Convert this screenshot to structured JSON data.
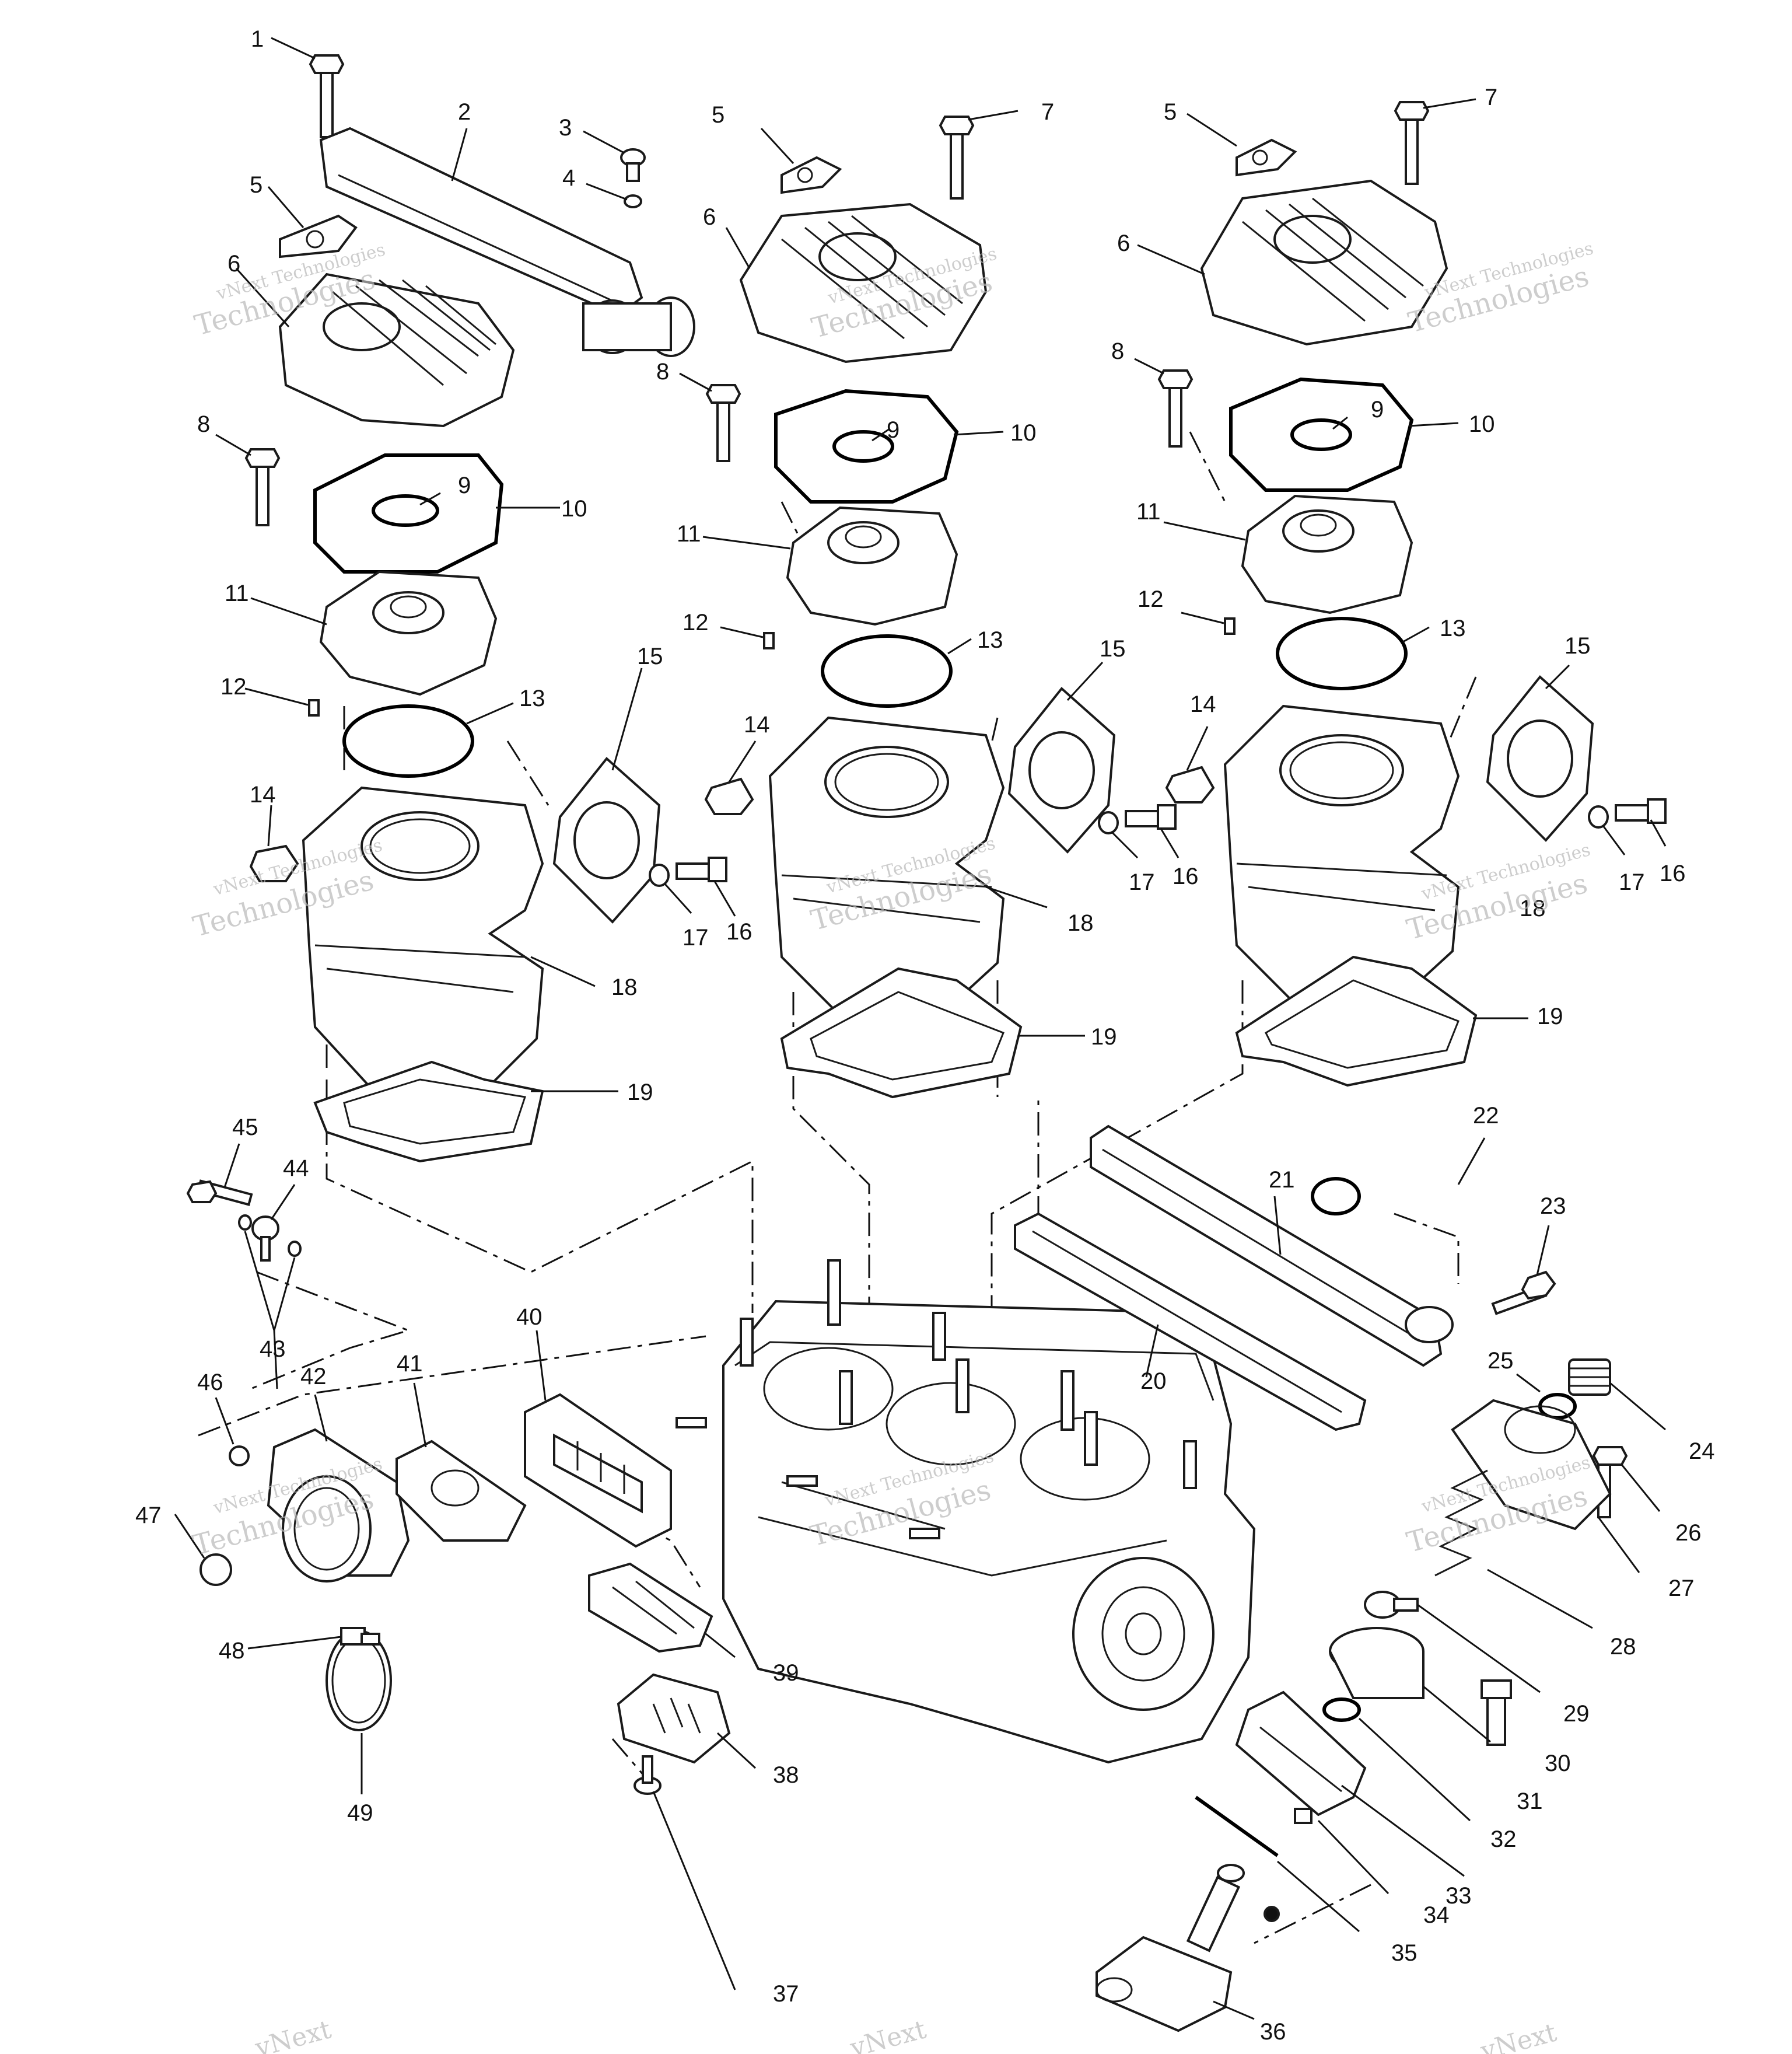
{
  "watermark": {
    "line1": "vNext Technologies",
    "line2": "Technologies",
    "fragment": "vNext"
  },
  "callouts": [
    "1",
    "2",
    "3",
    "4",
    "5",
    "6",
    "7",
    "8",
    "9",
    "10",
    "11",
    "12",
    "13",
    "14",
    "15",
    "16",
    "17",
    "18",
    "19",
    "20",
    "21",
    "22",
    "23",
    "24",
    "25",
    "26",
    "27",
    "28",
    "29",
    "30",
    "31",
    "32",
    "33",
    "34",
    "35",
    "36",
    "37",
    "38",
    "39",
    "40",
    "41",
    "42",
    "43",
    "44",
    "45",
    "46",
    "47",
    "48",
    "49"
  ],
  "colors": {
    "line": "#1a1a1a",
    "watermark": "#b8b8b8",
    "background": "#ffffff"
  }
}
